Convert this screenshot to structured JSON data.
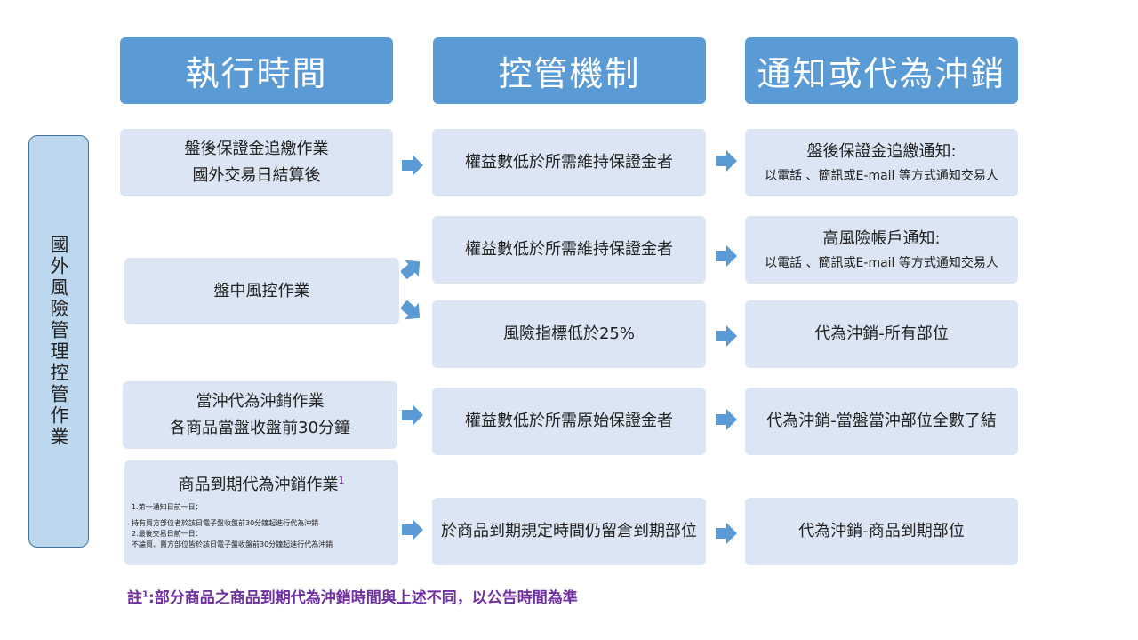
{
  "headers": [
    "執行時間",
    "控管機制",
    "通知或代為沖銷"
  ],
  "side_label": "國外風險管理控管作業",
  "rows": {
    "r1": {
      "time": [
        "盤後保證金追繳作業",
        "國外交易日結算後"
      ],
      "control": "權益數低於所需維持保證金者",
      "notice_title": "盤後保證金追繳通知:",
      "notice_detail": "以電話 、簡訊或E-mail 等方式通知交易人"
    },
    "r2": {
      "time": "盤中風控作業",
      "control_a": "權益數低於所需維持保證金者",
      "notice_a_title": "高風險帳戶通知:",
      "notice_a_detail": "以電話 、簡訊或E-mail 等方式通知交易人",
      "control_b": "風險指標低於25%",
      "notice_b": "代為沖銷-所有部位"
    },
    "r3": {
      "time": [
        "當沖代為沖銷作業",
        "各商品當盤收盤前30分鐘"
      ],
      "control": "權益數低於所需原始保證金者",
      "notice": "代為沖銷-當盤當沖部位全數了結"
    },
    "r4": {
      "time_title": "商品到期代為沖銷作業",
      "time_sup": "1",
      "time_details": [
        "1.第一通知日前一日：",
        "持有買方部位者於該日電子盤收盤前30分鐘起進行代為沖銷",
        "2.最後交易日前一日：",
        "不論買、賣方部位皆於該日電子盤收盤前30分鐘起進行代為沖銷"
      ],
      "control": "於商品到期規定時間仍留倉到期部位",
      "notice": "代為沖銷-商品到期部位"
    }
  },
  "footnote": {
    "prefix": "註",
    "sup": "1",
    "text": ":部分商品之商品到期代為沖銷時間與上述不同，以公告時間為準"
  },
  "colors": {
    "header": "#5b9bd5",
    "box": "#dbe5f4",
    "side": "#bdd7ee",
    "arrow": "#5b9bd5",
    "note": "#7030a0"
  }
}
